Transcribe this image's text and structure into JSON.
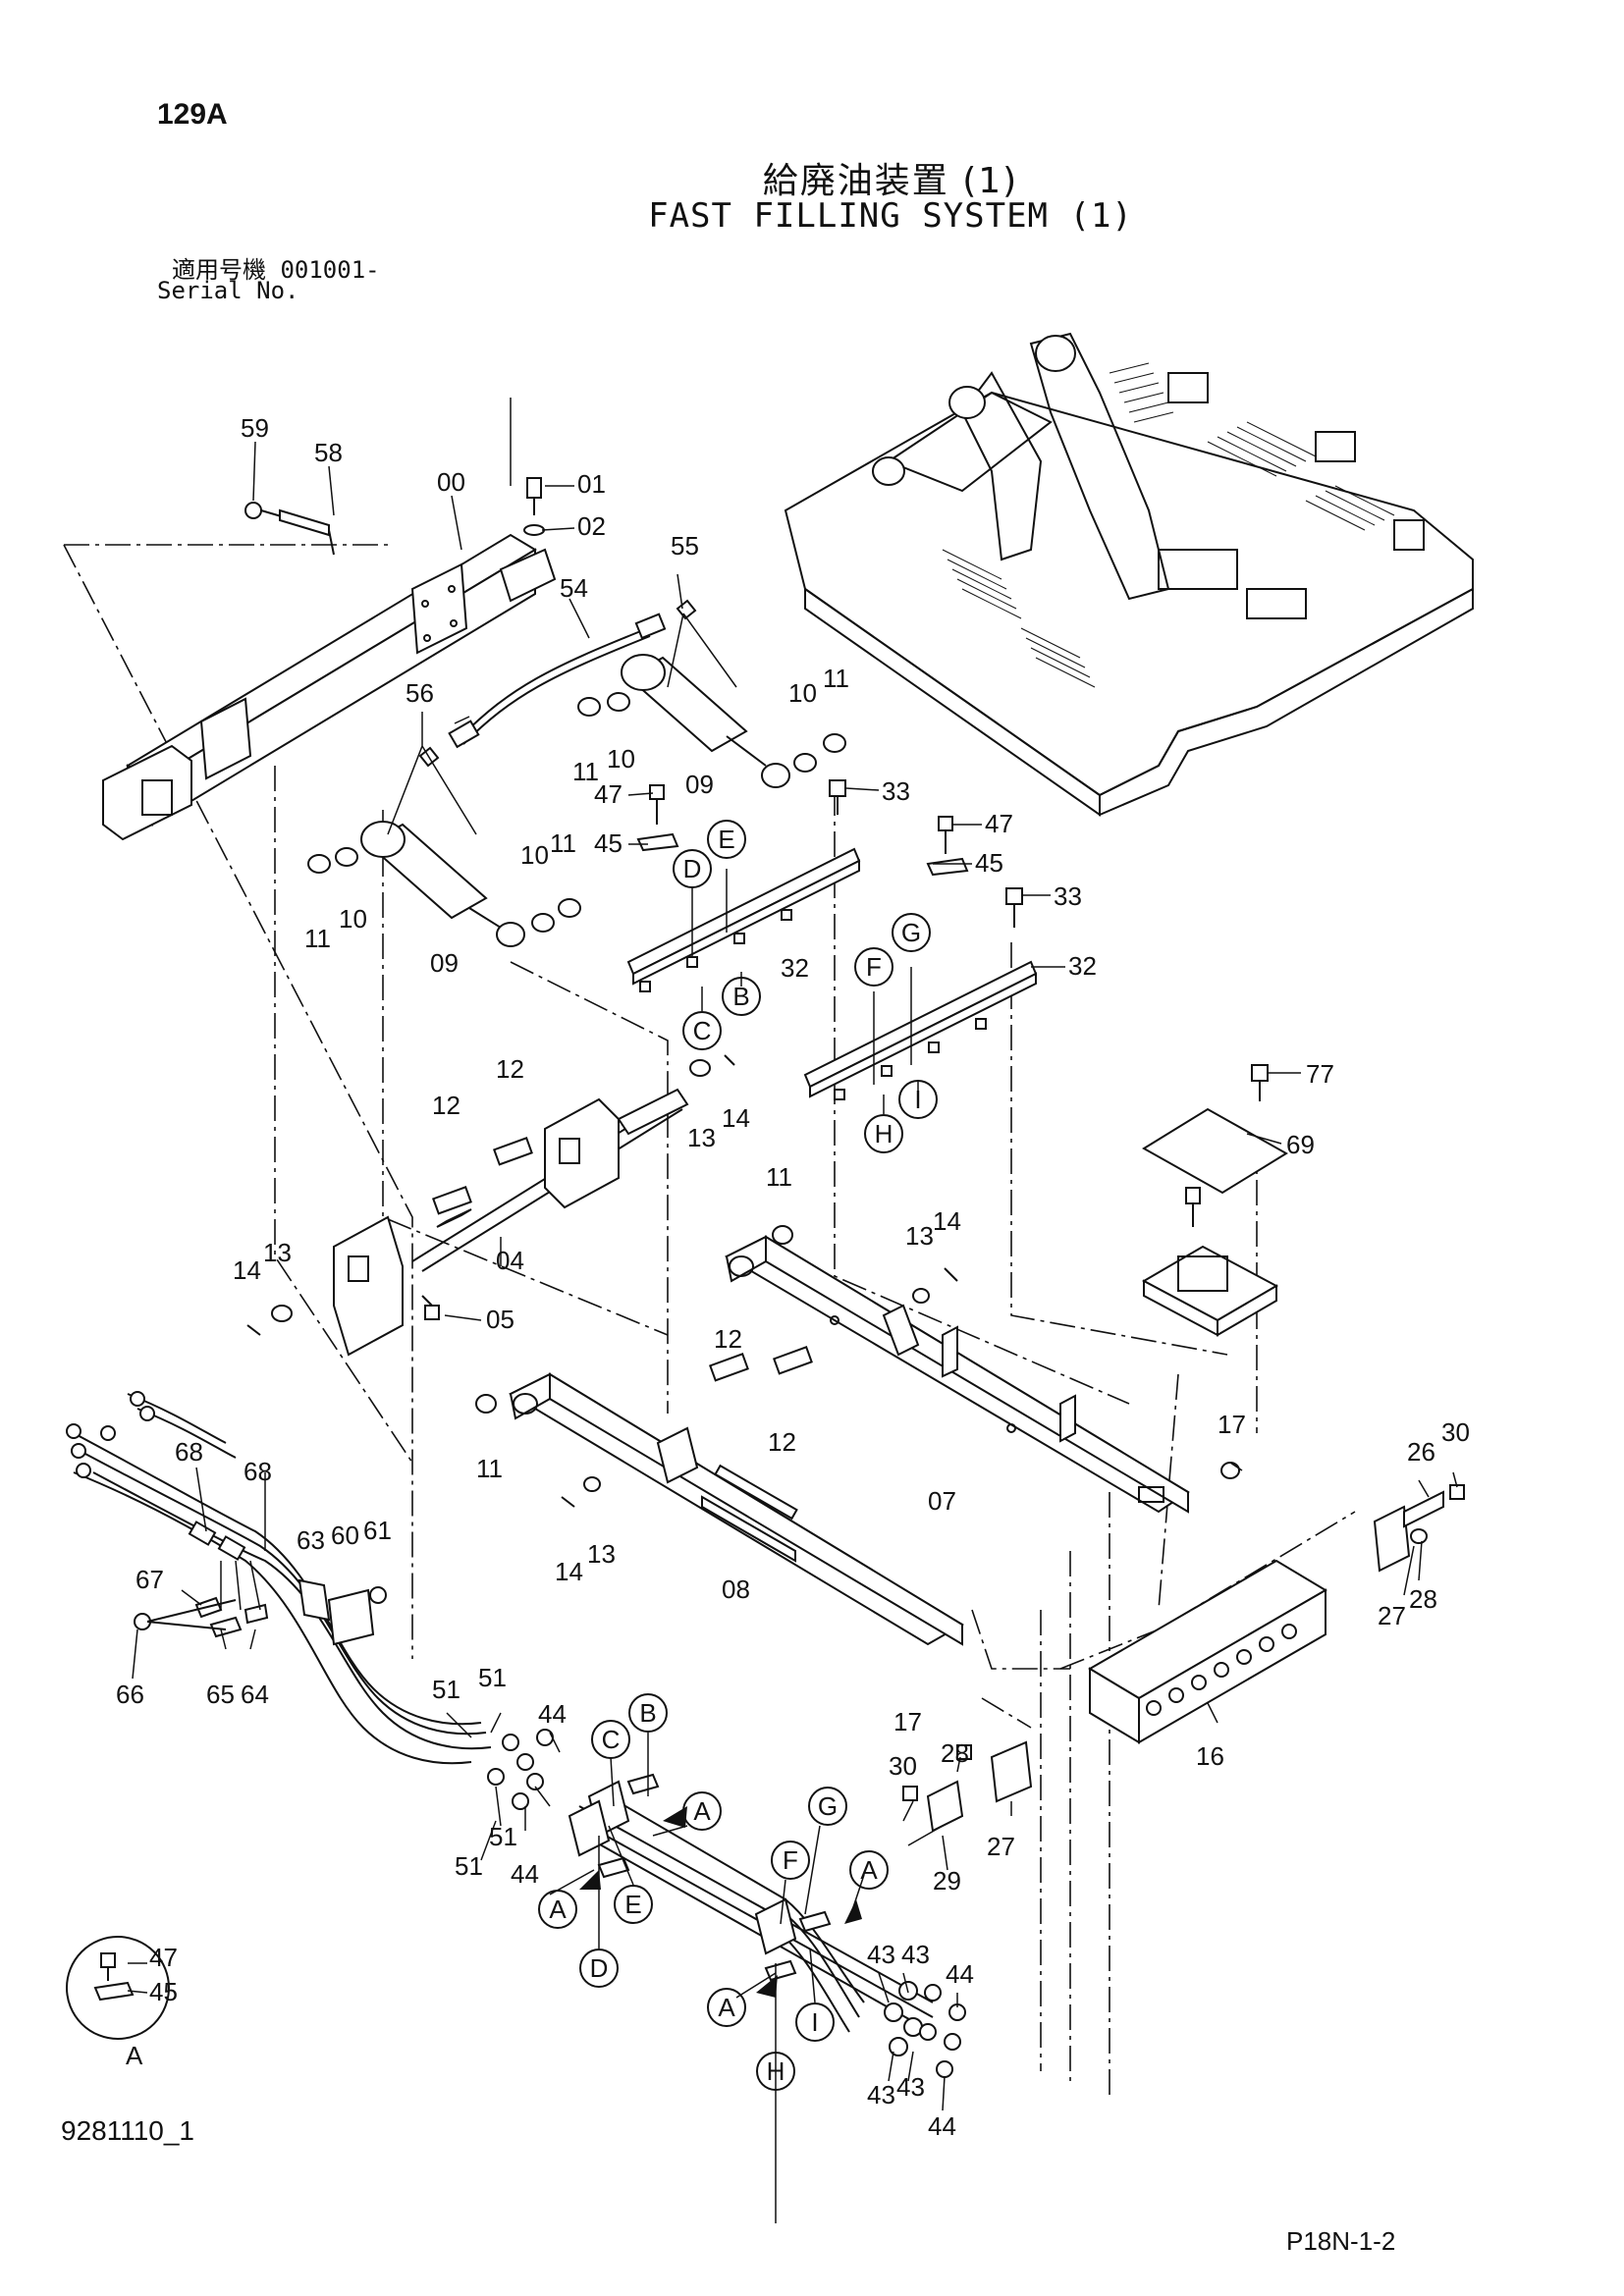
{
  "header": {
    "page_number": "129A",
    "title_jp": "給廃油装置 (1)",
    "title_en": "FAST FILLING SYSTEM (1)",
    "serial_label_jp": "適用号機 001001-",
    "serial_label_en": "Serial No."
  },
  "footer": {
    "drawing_id": "9281110_1",
    "page_code": "P18N-1-2"
  },
  "callouts": {
    "c59": "59",
    "c58": "58",
    "c00": "00",
    "c01": "01",
    "c02": "02",
    "c54": "54",
    "c55": "55",
    "c56": "56",
    "c10a": "10",
    "c11a": "11",
    "c11b": "11",
    "c10b": "10",
    "c09a": "09",
    "c47a": "47",
    "c33a": "33",
    "c45a": "45",
    "c47b": "47",
    "c45b": "45",
    "c33b": "33",
    "c32a": "32",
    "c32b": "32",
    "c11c": "11",
    "c10c": "10",
    "c10d": "10",
    "c11d": "11",
    "c09b": "09",
    "c12a": "12",
    "c12b": "12",
    "c13a": "13",
    "c14a": "14",
    "c77": "77",
    "c69": "69",
    "c04": "04",
    "c11e": "11",
    "c13b": "13",
    "c14b": "14",
    "c14c": "14",
    "c13c": "13",
    "c05": "05",
    "c12c": "12",
    "c12d": "12",
    "c68a": "68",
    "c68b": "68",
    "c11f": "11",
    "c07": "07",
    "c17a": "17",
    "c26": "26",
    "c30a": "30",
    "c14d": "14",
    "c13d": "13",
    "c08": "08",
    "c63": "63",
    "c60": "60",
    "c61": "61",
    "c67": "67",
    "c66": "66",
    "c65": "65",
    "c64": "64",
    "c27a": "27",
    "c28a": "28",
    "c17b": "17",
    "c16": "16",
    "c51a": "51",
    "c51b": "51",
    "c44a": "44",
    "c51c": "51",
    "c51d": "51",
    "c44b": "44",
    "c28b": "28",
    "c30b": "30",
    "c27b": "27",
    "c29": "29",
    "c43a": "43",
    "c43b": "43",
    "c44c": "44",
    "c43c": "43",
    "c43d": "43",
    "c44d": "44",
    "c47c": "47",
    "c45c": "45",
    "detailA": "A"
  },
  "letters": {
    "D1": "D",
    "E1": "E",
    "C1": "C",
    "B1": "B",
    "F1": "F",
    "G1": "G",
    "H1": "H",
    "I1": "I",
    "B2": "B",
    "C2": "C",
    "A1": "A",
    "A2": "A",
    "E2": "E",
    "D2": "D",
    "G2": "G",
    "F2": "F",
    "A3": "A",
    "A4": "A",
    "H2": "H",
    "I2": "I"
  }
}
